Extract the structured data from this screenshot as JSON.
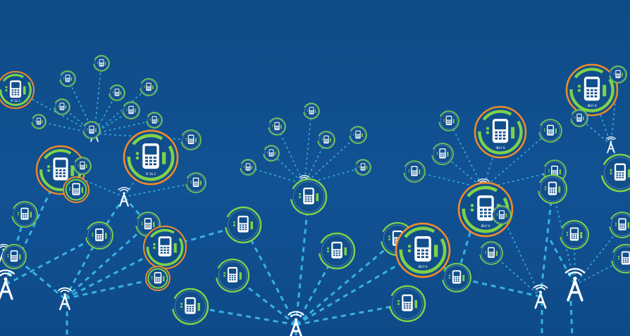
{
  "labels": {
    "n1": "IP 1b 1",
    "n2": "IP 1b 2",
    "n3": "IBUY 6",
    "n4": "IBUY 8",
    "n5": "IBUY 6",
    "n6": "IBUY 8"
  },
  "colors": {
    "background": "#0f4b86",
    "link": "#39b6e8",
    "ring_green": "#7dd24a",
    "ring_orange": "#f08a2a",
    "icon": "#ffffff"
  },
  "icons": [
    "phone-icon",
    "cell-tower-icon"
  ]
}
